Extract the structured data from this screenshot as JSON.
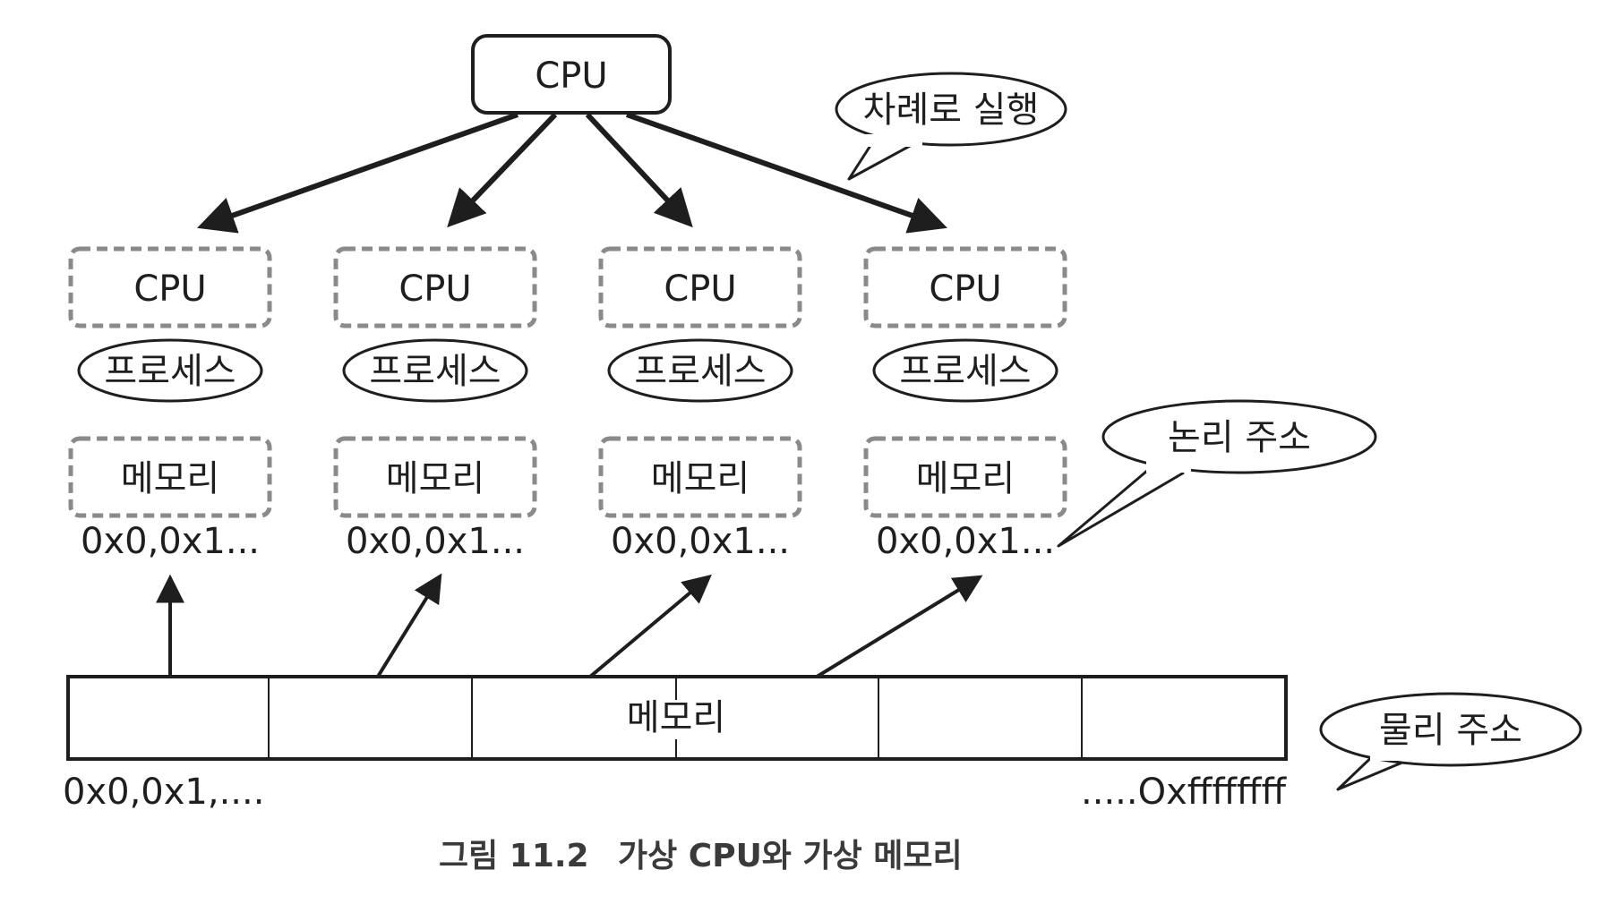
{
  "main_cpu": "CPU",
  "sequential_callout": "차례로 실행",
  "logical_callout": "논리 주소",
  "physical_callout": "물리 주소",
  "virtual_units": [
    {
      "cpu": "CPU",
      "process": "프로세스",
      "memory": "메모리",
      "address": "0x0,0x1..."
    },
    {
      "cpu": "CPU",
      "process": "프로세스",
      "memory": "메모리",
      "address": "0x0,0x1..."
    },
    {
      "cpu": "CPU",
      "process": "프로세스",
      "memory": "메모리",
      "address": "0x0,0x1..."
    },
    {
      "cpu": "CPU",
      "process": "프로세스",
      "memory": "메모리",
      "address": "0x0,0x1..."
    }
  ],
  "physical_memory": {
    "label": "메모리",
    "start_address": "0x0,0x1,....",
    "end_address": ".....Oxffffffff"
  },
  "caption": {
    "number": "그림 11.2",
    "title": "가상 CPU와 가상 메모리"
  }
}
